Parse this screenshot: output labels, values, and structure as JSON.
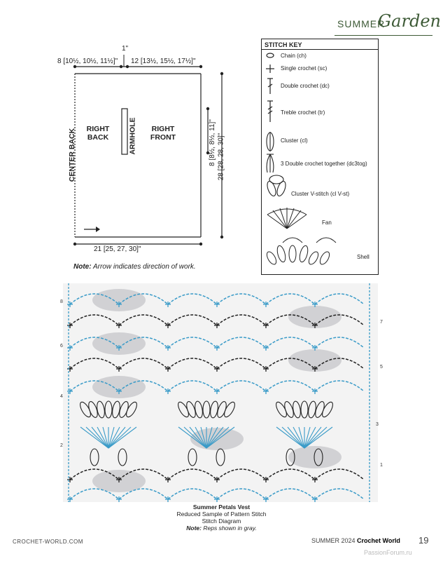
{
  "header": {
    "brand_summer": "SUMMER",
    "brand_garden": "Garden"
  },
  "schematic": {
    "top_left_dim": "8 [10½, 10½, 11½]\"",
    "top_gap_dim": "1\"",
    "top_right_dim": "12 [13½, 15½, 17½]\"",
    "bottom_dim": "21 [25, 27, 30]\"",
    "right_full_dim": "28 [28, 28, 30]\"",
    "right_armhole_dim": "8 [8½, 8½, 11]\"",
    "center_back": "CENTER BACK",
    "right_back": "RIGHT\nBACK",
    "armhole": "ARMHOLE",
    "right_front": "RIGHT\nFRONT",
    "note_bold": "Note:",
    "note_text": " Arrow indicates direction of work."
  },
  "stitch_key": {
    "title": "STITCH KEY",
    "items": [
      {
        "icon": "chain-icon",
        "label": "Chain (ch)"
      },
      {
        "icon": "single-crochet-icon",
        "label": "Single crochet (sc)"
      },
      {
        "icon": "double-crochet-icon",
        "label": "Double crochet (dc)"
      },
      {
        "icon": "treble-crochet-icon",
        "label": "Treble crochet (tr)"
      },
      {
        "icon": "cluster-icon",
        "label": "Cluster (cl)"
      },
      {
        "icon": "dc3tog-icon",
        "label": "3 Double crochet together (dc3tog)"
      },
      {
        "icon": "cluster-v-stitch-icon",
        "label": "Cluster V-stitch (cl V-st)"
      },
      {
        "icon": "fan-icon",
        "label": "Fan"
      },
      {
        "icon": "shell-icon",
        "label": "Shell"
      }
    ]
  },
  "diagram": {
    "left_rows": [
      "8",
      "6",
      "4",
      "2"
    ],
    "right_rows": [
      "7",
      "5",
      "3",
      "1"
    ]
  },
  "caption": {
    "title": "Summer Petals Vest",
    "line2": "Reduced Sample of Pattern Stitch",
    "line3": "Stitch Diagram",
    "note_bold": "Note:",
    "note_text": " Reps shown in gray."
  },
  "footer": {
    "site": "CROCHET-WORLD.COM",
    "issue": "SUMMER 2024",
    "magazine": "Crochet World",
    "page": "19",
    "watermark": "PassionForum.ru"
  },
  "colors": {
    "blue": "#3a9bc8",
    "dark": "#222222",
    "gray": "#c8c8cc",
    "brand": "#3d5a36"
  }
}
